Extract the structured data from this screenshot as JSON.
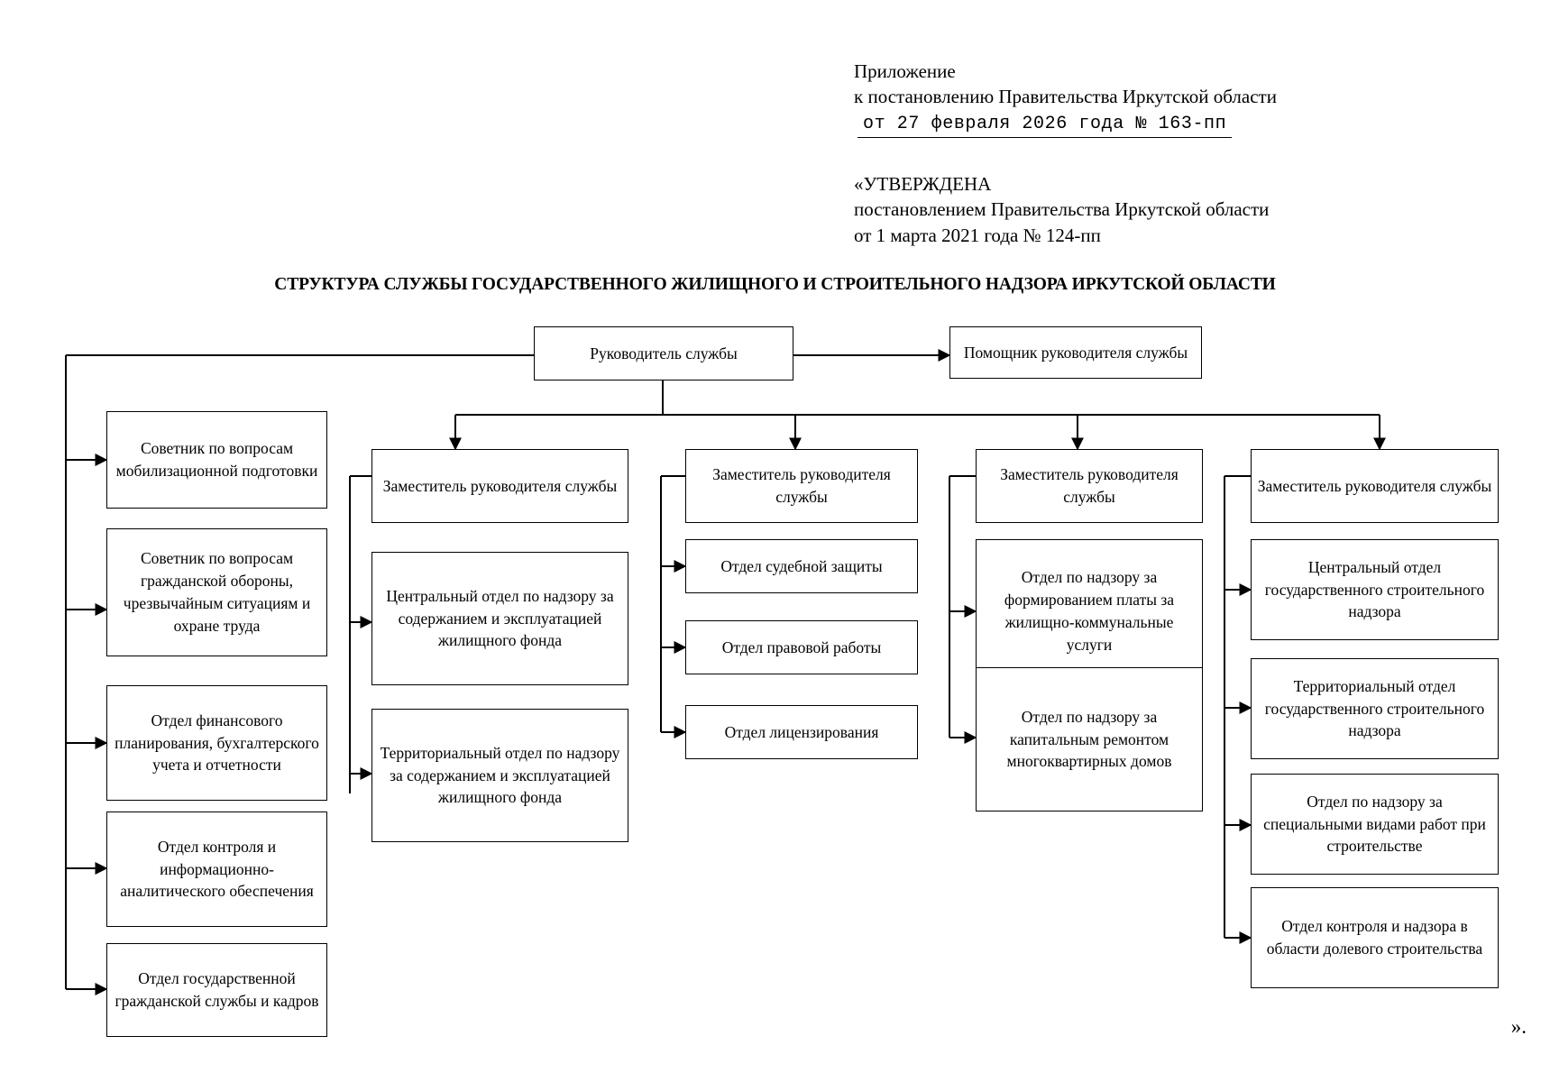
{
  "document": {
    "header": {
      "line1": "Приложение",
      "line2": "к постановлению Правительства Иркутской области",
      "decree": "от 27 февраля 2026 года № 163-пп"
    },
    "approved": {
      "line1": "«УТВЕРЖДЕНА",
      "line2": "постановлением Правительства Иркутской области",
      "line3": "от 1 марта 2021 года № 124-пп"
    },
    "title": "СТРУКТУРА СЛУЖБЫ ГОСУДАРСТВЕННОГО ЖИЛИЩНОГО И СТРОИТЕЛЬНОГО НАДЗОРА ИРКУТСКОЙ ОБЛАСТИ",
    "closing_quote": "».",
    "colors": {
      "line": "#000000",
      "box_border": "#000000",
      "background": "#ffffff",
      "text": "#000000"
    }
  },
  "chart_data": {
    "type": "org-chart",
    "root": "Руководитель службы",
    "nodes": [
      {
        "id": "head",
        "label": "Руководитель службы"
      },
      {
        "id": "assistant",
        "label": "Помощник руководителя службы"
      },
      {
        "id": "adv-mob",
        "label": "Советник по вопросам мобилизационной подготовки"
      },
      {
        "id": "adv-civ",
        "label": "Советник по вопросам гражданской обороны, чрезвычайным ситуациям и охране труда"
      },
      {
        "id": "dep-fin",
        "label": "Отдел финансового планирования, бухгалтерского учета и отчетности"
      },
      {
        "id": "dep-ctrl-info",
        "label": "Отдел контроля и информационно-аналитического обеспечения"
      },
      {
        "id": "dep-civil-serv",
        "label": "Отдел государственной гражданской службы и кадров"
      },
      {
        "id": "deputy1",
        "label": "Заместитель руководителя службы"
      },
      {
        "id": "d1-central",
        "label": "Центральный отдел по надзору за содержанием и эксплуатацией жилищного фонда"
      },
      {
        "id": "d1-territorial",
        "label": "Территориальный отдел по надзору за содержанием и эксплуатацией жилищного фонда"
      },
      {
        "id": "deputy2",
        "label": "Заместитель руководителя службы"
      },
      {
        "id": "d2-court",
        "label": "Отдел судебной защиты"
      },
      {
        "id": "d2-legal",
        "label": "Отдел правовой работы"
      },
      {
        "id": "d2-licensing",
        "label": "Отдел лицензирования"
      },
      {
        "id": "deputy3",
        "label": "Заместитель руководителя службы"
      },
      {
        "id": "d3-payments",
        "label": "Отдел по надзору за формированием платы за жилищно-коммунальные услуги"
      },
      {
        "id": "d3-overhaul",
        "label": "Отдел по надзору за капитальным ремонтом многоквартирных домов"
      },
      {
        "id": "deputy4",
        "label": "Заместитель руководителя службы"
      },
      {
        "id": "d4-central",
        "label": "Центральный отдел государственного строительного надзора"
      },
      {
        "id": "d4-territorial",
        "label": "Территориальный отдел государственного строительного надзора"
      },
      {
        "id": "d4-special",
        "label": "Отдел по надзору за специальными видами работ при строительстве"
      },
      {
        "id": "d4-shared",
        "label": "Отдел контроля и надзора в области долевого строительства"
      }
    ],
    "edges": [
      {
        "from": "head",
        "to": "assistant"
      },
      {
        "from": "head",
        "to": "adv-mob"
      },
      {
        "from": "head",
        "to": "adv-civ"
      },
      {
        "from": "head",
        "to": "dep-fin"
      },
      {
        "from": "head",
        "to": "dep-ctrl-info"
      },
      {
        "from": "head",
        "to": "dep-civil-serv"
      },
      {
        "from": "head",
        "to": "deputy1"
      },
      {
        "from": "head",
        "to": "deputy2"
      },
      {
        "from": "head",
        "to": "deputy3"
      },
      {
        "from": "head",
        "to": "deputy4"
      },
      {
        "from": "deputy1",
        "to": "d1-central"
      },
      {
        "from": "deputy1",
        "to": "d1-territorial"
      },
      {
        "from": "deputy2",
        "to": "d2-court"
      },
      {
        "from": "deputy2",
        "to": "d2-legal"
      },
      {
        "from": "deputy2",
        "to": "d2-licensing"
      },
      {
        "from": "deputy3",
        "to": "d3-payments"
      },
      {
        "from": "deputy3",
        "to": "d3-overhaul"
      },
      {
        "from": "deputy4",
        "to": "d4-central"
      },
      {
        "from": "deputy4",
        "to": "d4-territorial"
      },
      {
        "from": "deputy4",
        "to": "d4-special"
      },
      {
        "from": "deputy4",
        "to": "d4-shared"
      }
    ]
  }
}
